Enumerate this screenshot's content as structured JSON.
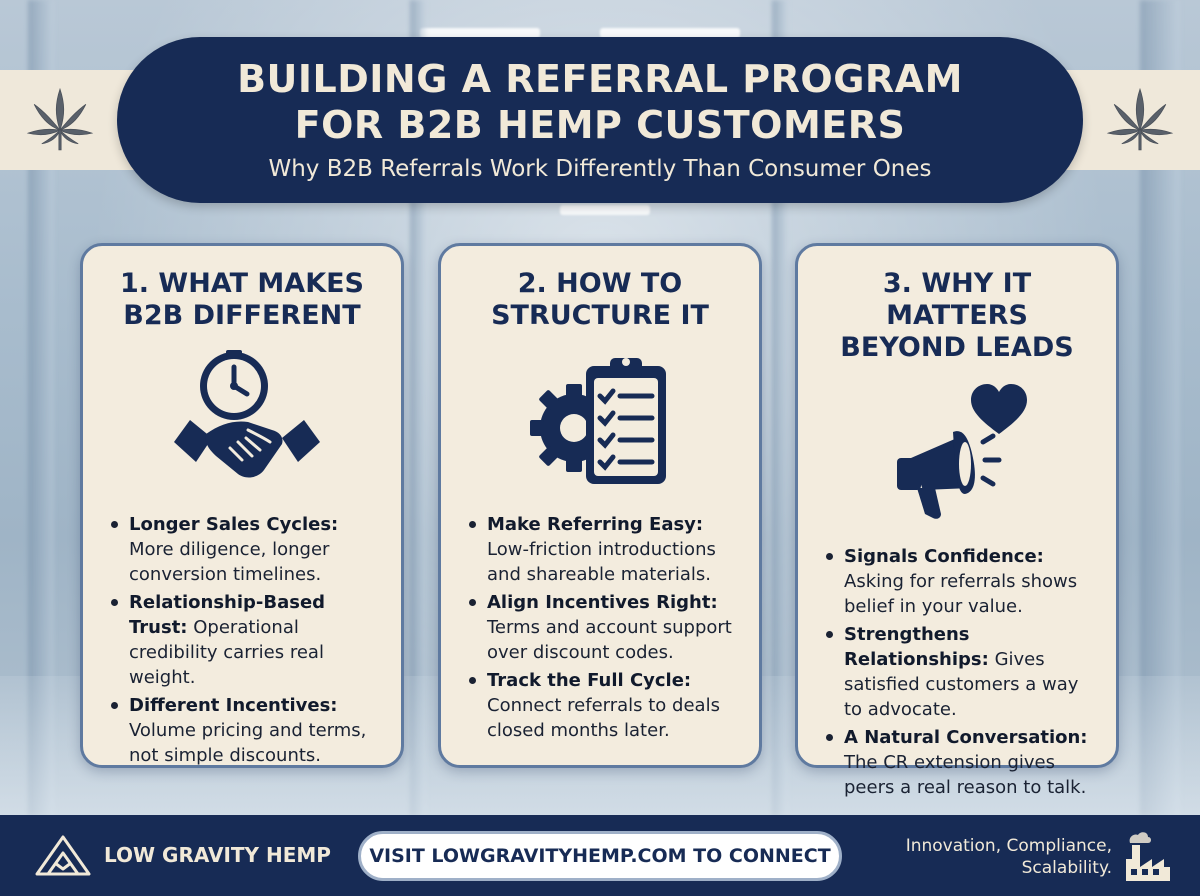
{
  "header": {
    "title_line1": "BUILDING A REFERRAL PROGRAM",
    "title_line2": "FOR B2B HEMP CUSTOMERS",
    "subtitle": "Why B2B Referrals Work Differently Than Consumer Ones"
  },
  "cards": [
    {
      "title_line1": "1. WHAT MAKES",
      "title_line2": "B2B DIFFERENT",
      "icon": "handshake-clock-icon",
      "bullets": [
        {
          "head": "Longer Sales Cycles:",
          "text": "More diligence, longer conversion timelines."
        },
        {
          "head": "Relationship-Based Trust:",
          "text": "Operational credibility carries real weight."
        },
        {
          "head": "Different Incentives:",
          "text": "Volume pricing and terms, not simple discounts."
        }
      ]
    },
    {
      "title_line1": "2. HOW TO",
      "title_line2": "STRUCTURE IT",
      "icon": "gear-checklist-icon",
      "bullets": [
        {
          "head": "Make Referring Easy:",
          "text": "Low-friction introductions and shareable materials."
        },
        {
          "head": "Align Incentives Right:",
          "text": "Terms and account support over discount codes."
        },
        {
          "head": "Track the Full Cycle:",
          "text": "Connect referrals to deals closed months later."
        }
      ]
    },
    {
      "title_line1": "3. WHY IT MATTERS",
      "title_line2": "BEYOND LEADS",
      "icon": "megaphone-heart-icon",
      "bullets": [
        {
          "head": "Signals Confidence:",
          "text": "Asking for referrals shows belief in your value."
        },
        {
          "head": "Strengthens Relationships:",
          "text": "Gives satisfied customers a way to advocate."
        },
        {
          "head": "A Natural Conversation:",
          "text": "The CR extension gives peers a real reason to talk."
        }
      ]
    }
  ],
  "footer": {
    "brand": "LOW GRAVITY HEMP",
    "cta": "VISIT LOWGRAVITYHEMP.COM TO CONNECT",
    "tagline_line1": "Innovation, Compliance,",
    "tagline_line2": "Scalability."
  },
  "colors": {
    "navy": "#172b55",
    "cream": "#f3ecde",
    "card_border": "#5f7aa0"
  }
}
